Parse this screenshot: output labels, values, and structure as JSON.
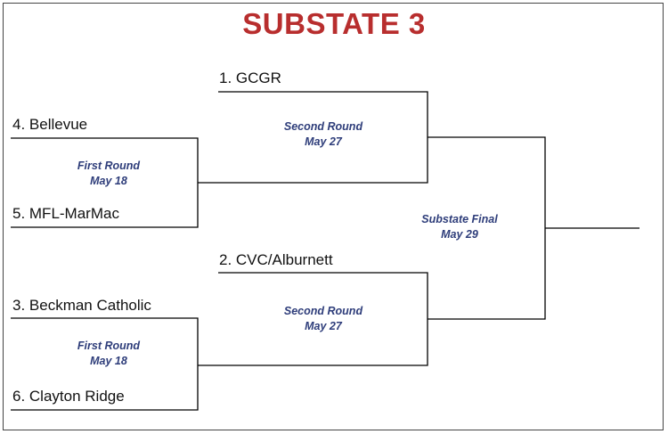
{
  "title": "SUBSTATE 3",
  "colors": {
    "title": "#b82e2e",
    "round_label": "#2e3d7a",
    "line": "#000000"
  },
  "teams": {
    "gcgr": "1. GCGR",
    "bellevue": "4. Bellevue",
    "mfl_marmac": "5. MFL-MarMac",
    "cvc_alburnett": "2. CVC/Alburnett",
    "beckman_catholic": "3. Beckman Catholic",
    "clayton_ridge": "6. Clayton Ridge"
  },
  "rounds": {
    "first_round_top": {
      "name": "First Round",
      "date": "May 18"
    },
    "first_round_bottom": {
      "name": "First Round",
      "date": "May 18"
    },
    "second_round_top": {
      "name": "Second Round",
      "date": "May 27"
    },
    "second_round_bottom": {
      "name": "Second Round",
      "date": "May 27"
    },
    "substate_final": {
      "name": "Substate Final",
      "date": "May 29"
    }
  }
}
